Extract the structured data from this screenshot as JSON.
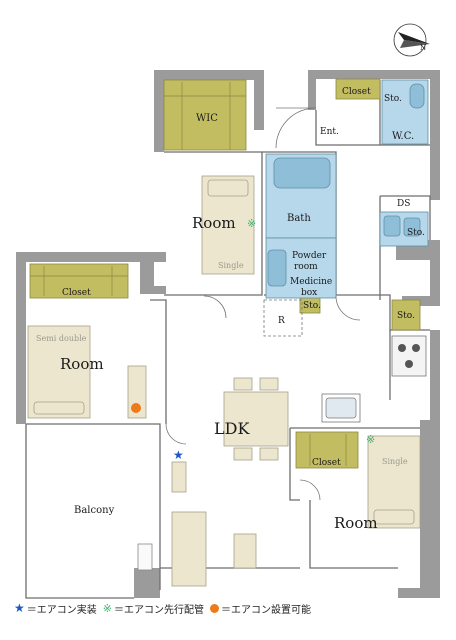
{
  "rooms": {
    "wic": "WIC",
    "closet_top": "Closet",
    "storage_top": "Sto.",
    "entrance": "Ent.",
    "wc": "W.C.",
    "room_north": "Room",
    "single_north": "Single",
    "bath": "Bath",
    "ds": "DS",
    "storage_ds": "Sto.",
    "powder_room": "Powder room",
    "medicine_box": "Medicine box",
    "storage_powder": "Sto.",
    "refrigerator": "R",
    "storage_kitchen": "Sto.",
    "closet_west": "Closet",
    "semi_double": "Semi double",
    "room_west": "Room",
    "ldk": "LDK",
    "closet_south": "Closet",
    "single_south": "Single",
    "room_south": "Room",
    "balcony": "Balcony"
  },
  "legend": {
    "items": [
      {
        "symbol": "★",
        "text": "＝エアコン実装"
      },
      {
        "symbol": "※",
        "text": "＝エアコン先行配管"
      },
      {
        "symbol": "●",
        "text": "＝エアコン設置可能"
      }
    ]
  },
  "compass": {
    "label": "N"
  },
  "colors": {
    "wall": "#9b9b9b",
    "closet": "#c3bd62",
    "wet": "#b7d7ea",
    "bed": "#ece6cf",
    "star": "#1f57c8",
    "aircon_pipe": "#3ab56a",
    "aircon_ok": "#ee7a1a"
  }
}
